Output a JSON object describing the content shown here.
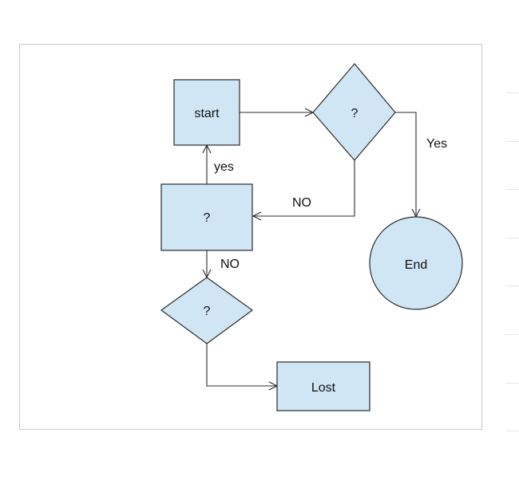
{
  "colors": {
    "node_fill": "#d0e6f5",
    "stroke": "#2a2a2a",
    "frame": "#c8c8c8"
  },
  "nodes": {
    "start": "start",
    "decision_top": "?",
    "process_mid": "?",
    "decision_bottom": "?",
    "end": "End",
    "lost": "Lost"
  },
  "edge_labels": {
    "to_end": "Yes",
    "to_process": "NO",
    "to_start": "yes",
    "to_decision_bottom": "NO"
  }
}
